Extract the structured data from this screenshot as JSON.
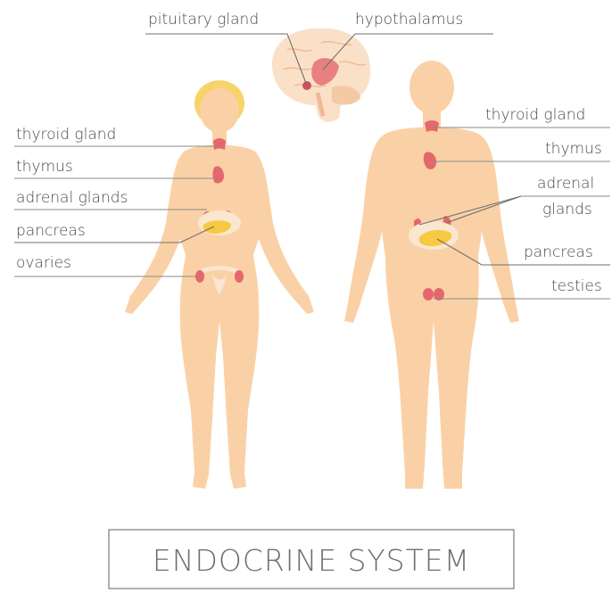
{
  "title": "ENDOCRINE SYSTEM",
  "labels": {
    "pituitary": "pituitary gland",
    "hypothalamus": "hypothalamus",
    "female_thyroid": "thyroid gland",
    "female_thymus": "thymus",
    "female_adrenal": "adrenal glands",
    "female_pancreas": "pancreas",
    "ovaries": "ovaries",
    "male_thyroid": "thyroid gland",
    "male_thymus": "thymus",
    "male_adrenal_line1": "adrenal",
    "male_adrenal_line2": "glands",
    "male_pancreas": "pancreas",
    "testies": "testies"
  },
  "colors": {
    "skin": "#fad1a6",
    "gland": "#e5676d",
    "pancreas": "#f7c842",
    "hair": "#f6d36b",
    "brain": "#fbe0c8",
    "line": "#8a8a8a",
    "text": "#4a4a4a"
  }
}
